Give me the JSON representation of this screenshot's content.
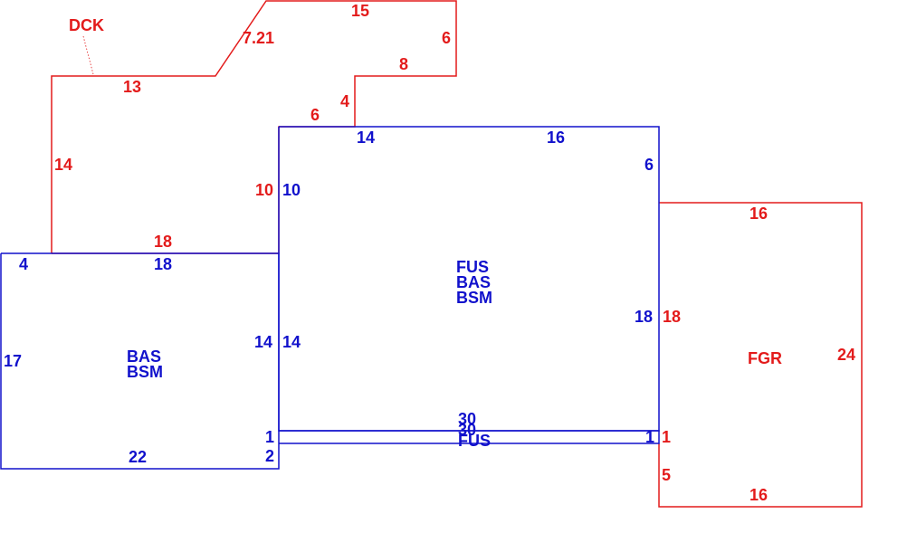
{
  "colors": {
    "red": "#e31b1b",
    "blue": "#1111cc",
    "background": "#ffffff"
  },
  "areas": {
    "deck": {
      "code": "DCK"
    },
    "upper_main": {
      "codes": [
        "FUS",
        "BAS",
        "BSM"
      ]
    },
    "left_wing": {
      "codes": [
        "BAS",
        "BSM"
      ]
    },
    "garage": {
      "code": "FGR"
    },
    "strip": {
      "codes": [
        "30",
        "30",
        "FUS"
      ]
    }
  },
  "dimensions": {
    "deck_top": "15",
    "deck_right": "6",
    "deck_diagonal": "7.21",
    "deck_step_top": "8",
    "deck_step_side": "4",
    "deck_upper_left": "13",
    "deck_left": "14",
    "deck_bottom": "18",
    "deck_lower_step": "6",
    "deck_lower_side": "10",
    "main_top_left": "14",
    "main_top_right": "16",
    "main_right_upper": "6",
    "main_left": "10",
    "main_right": "18",
    "main_inner_left": "14",
    "wing_top_left": "4",
    "wing_top": "18",
    "wing_left": "17",
    "wing_right": "14",
    "wing_bottom": "22",
    "wing_small_1": "1",
    "wing_small_2": "2",
    "strip_right": "1",
    "garage_top": "16",
    "garage_left": "18",
    "garage_right": "24",
    "garage_bottom": "16",
    "garage_small": "1",
    "garage_side": "5"
  }
}
